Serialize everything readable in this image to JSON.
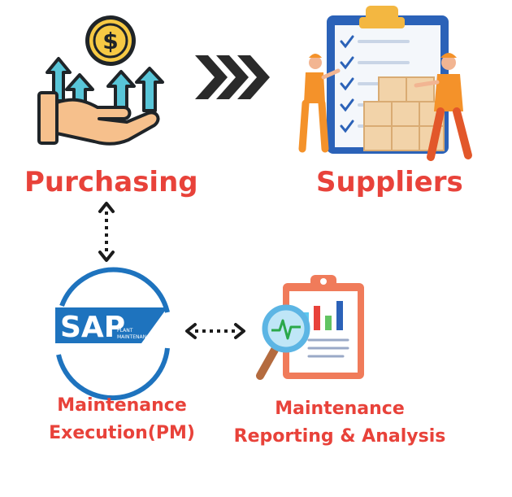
{
  "nodes": {
    "purchasing": {
      "label": "Purchasing"
    },
    "suppliers": {
      "label": "Suppliers"
    },
    "sap": {
      "logo_text": "SAP",
      "logo_subtext_1": "PLANT",
      "logo_subtext_2": "MAINTENANCE",
      "label_line1": "Maintenance",
      "label_line2": "Execution(PM)"
    },
    "reporting": {
      "label_line1": "Maintenance",
      "label_line2": "Reporting & Analysis"
    }
  },
  "icons": {
    "purchasing": "hand-money-growth-icon",
    "flow": "triple-chevron-right-icon",
    "suppliers": "clipboard-workers-boxes-icon",
    "reporting": "clipboard-magnifier-chart-icon"
  },
  "colors": {
    "label": "#e8423a",
    "sap_blue": "#1e73be",
    "arrow": "#1b1b1b",
    "worker_orange": "#f4922a"
  }
}
